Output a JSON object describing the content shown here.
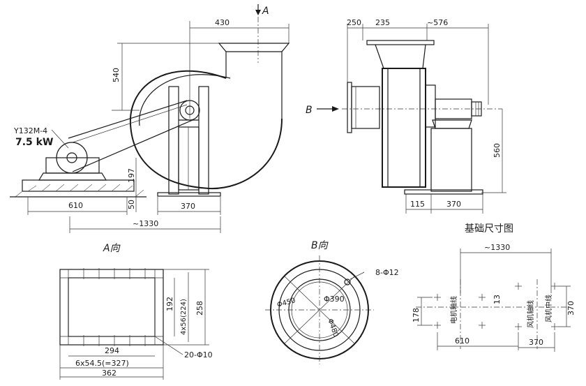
{
  "side_view": {
    "arrow_a_label": "A",
    "arrow_b_label": "B",
    "dim_430": "430",
    "dim_540": "540",
    "motor_model": "Y132M-4",
    "motor_power": "7.5 kW",
    "dim_197": "197",
    "dim_50": "50",
    "dim_610": "610",
    "dim_370": "370",
    "dim_1330": "~1330"
  },
  "front_view": {
    "dim_250": "250",
    "dim_235": "235",
    "dim_576": "~576",
    "dim_560": "560",
    "dim_115": "115",
    "dim_370": "370"
  },
  "view_a": {
    "title": "A向",
    "dim_192": "192",
    "dim_4x56": "4x56(224)",
    "dim_258": "258",
    "dim_294": "294",
    "dim_6x54": "6x54.5(=327)",
    "dim_362": "362",
    "holes": "20-Φ10"
  },
  "view_b": {
    "title": "B向",
    "holes": "8-Φ12",
    "dia_450": "Φ450",
    "dia_390": "Φ390",
    "dia_480": "Φ480"
  },
  "foundation": {
    "title": "基础尺寸图",
    "dim_1330": "~1330",
    "motor_axis": "电机轴线",
    "fan_axis": "风机轴线",
    "fan_center": "风机中线",
    "dim_178": "178",
    "dim_13": "13",
    "dim_370_v": "370",
    "dim_610": "610",
    "dim_370_h": "370"
  }
}
